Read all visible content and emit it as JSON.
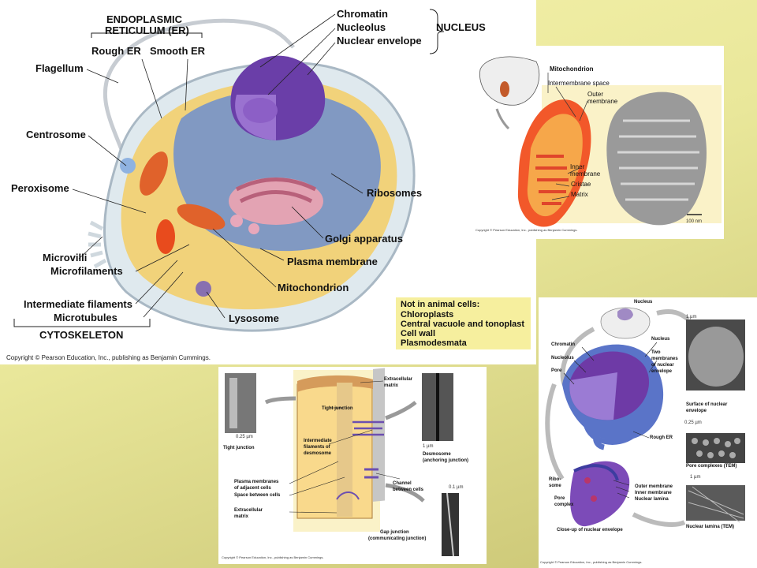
{
  "cell": {
    "copyright": "Copyright © Pearson Education, Inc., publishing as Benjamin Cummings.",
    "labels": {
      "er_title_1": "ENDOPLASMIC",
      "er_title_2": "RETICULUM (ER)",
      "rough_er": "Rough ER",
      "smooth_er": "Smooth ER",
      "chromatin": "Chromatin",
      "nucleolus": "Nucleolus",
      "nuclear_envelope": "Nuclear envelope",
      "nucleus": "NUCLEUS",
      "flagellum": "Flagellum",
      "centrosome": "Centrosome",
      "peroxisome": "Peroxisome",
      "microvilli": "Microvilli",
      "microfilaments": "Microfilaments",
      "intermediate_filaments": "Intermediate filaments",
      "microtubules": "Microtubules",
      "cytoskeleton": "CYTOSKELETON",
      "ribosomes": "Ribosomes",
      "golgi": "Golgi apparatus",
      "plasma_membrane": "Plasma membrane",
      "mitochondrion": "Mitochondrion",
      "lysosome": "Lysosome"
    }
  },
  "not_in_animal": {
    "title": "Not in animal cells:",
    "items": [
      "Chloroplasts",
      "Central vacuole and tonoplast",
      "Cell wall",
      "Plasmodesmata"
    ]
  },
  "mito": {
    "title": "Mitochondrion",
    "intermembrane": "Intermembrane space",
    "outer_1": "Outer",
    "outer_2": "membrane",
    "inner_1": "Inner",
    "inner_2": "membrane",
    "cristae": "Cristae",
    "matrix": "Matrix",
    "scale": "100 nm",
    "copyright": "Copyright © Pearson Education, Inc., publishing as Benjamin Cummings."
  },
  "junctions": {
    "tight_scale": "0.25 µm",
    "tight_junction": "Tight junction",
    "tight_junction_inner": "Tight junction",
    "extracellular_1": "Extracellular",
    "extracellular_2": "matrix",
    "intermediate_1": "Intermediate",
    "intermediate_2": "filaments of",
    "intermediate_3": "desmosome",
    "desmo_scale": "1 µm",
    "desmosome_1": "Desmosome",
    "desmosome_2": "(anchoring junction)",
    "plasma_1": "Plasma membranes",
    "plasma_2": "of adjacent cells",
    "space": "Space between cells",
    "ecm_1": "Extracellular",
    "ecm_2": "matrix",
    "channel_1": "Channel",
    "channel_2": "between cells",
    "gap_scale": "0.1 µm",
    "gap_1": "Gap junction",
    "gap_2": "(communicating junction)",
    "copyright": "Copyright © Pearson Education, Inc., publishing as Benjamin Cummings."
  },
  "nucleus_panel": {
    "nucleus": "Nucleus",
    "scale_1um": "1 µm",
    "chromatin": "Chromatin",
    "nucleolus": "Nucleolus",
    "pore": "Pore",
    "nucleus_r": "Nucleus",
    "two_1": "Two",
    "two_2": "membranes",
    "two_3": "of nuclear",
    "two_4": "envelope",
    "surface_1": "Surface of nuclear",
    "surface_2": "envelope",
    "scale_025": "0.25 µm",
    "rough_er": "Rough ER",
    "pore_complexes": "Pore complexes (TEM)",
    "scale_1um_b": "1 µm",
    "ribosome_1": "Ribo-",
    "ribosome_2": "some",
    "pore_c_1": "Pore",
    "pore_c_2": "complex",
    "outer_membrane": "Outer membrane",
    "inner_membrane": "Inner membrane",
    "nuclear_lamina": "Nuclear lamina",
    "closeup": "Close-up of nuclear envelope",
    "lamina_tem": "Nuclear lamina (TEM)",
    "copyright": "Copyright © Pearson Education, Inc., publishing as Benjamin Cummings."
  }
}
